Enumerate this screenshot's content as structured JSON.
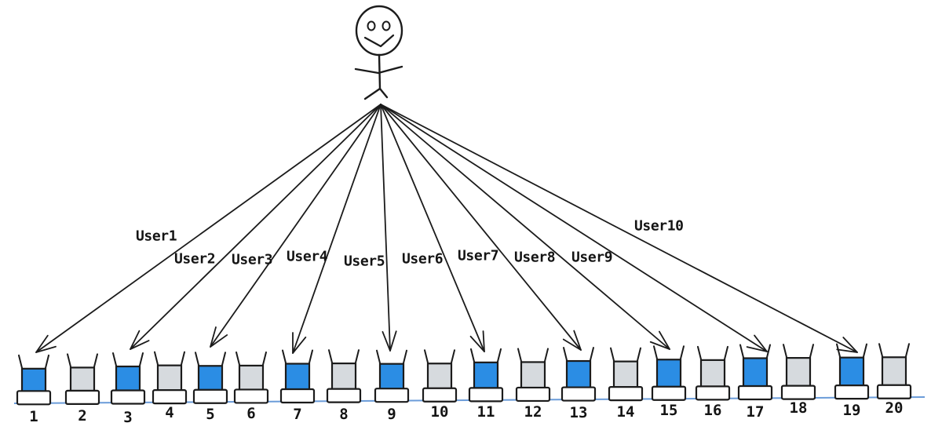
{
  "diagram_title": "",
  "users": [
    {
      "label": "User1",
      "connects_to_slot": "1"
    },
    {
      "label": "User2",
      "connects_to_slot": "3"
    },
    {
      "label": "User3",
      "connects_to_slot": "5"
    },
    {
      "label": "User4",
      "connects_to_slot": "7"
    },
    {
      "label": "User5",
      "connects_to_slot": "9"
    },
    {
      "label": "User6",
      "connects_to_slot": "11"
    },
    {
      "label": "User7",
      "connects_to_slot": "13"
    },
    {
      "label": "User8",
      "connects_to_slot": "15"
    },
    {
      "label": "User9",
      "connects_to_slot": "17"
    },
    {
      "label": "User10",
      "connects_to_slot": "19"
    }
  ],
  "slots": [
    {
      "number": "1",
      "highlighted": true
    },
    {
      "number": "2",
      "highlighted": false
    },
    {
      "number": "3",
      "highlighted": true
    },
    {
      "number": "4",
      "highlighted": false
    },
    {
      "number": "5",
      "highlighted": true
    },
    {
      "number": "6",
      "highlighted": false
    },
    {
      "number": "7",
      "highlighted": true
    },
    {
      "number": "8",
      "highlighted": false
    },
    {
      "number": "9",
      "highlighted": true
    },
    {
      "number": "10",
      "highlighted": false
    },
    {
      "number": "11",
      "highlighted": true
    },
    {
      "number": "12",
      "highlighted": false
    },
    {
      "number": "13",
      "highlighted": true
    },
    {
      "number": "14",
      "highlighted": false
    },
    {
      "number": "15",
      "highlighted": true
    },
    {
      "number": "16",
      "highlighted": false
    },
    {
      "number": "17",
      "highlighted": true
    },
    {
      "number": "18",
      "highlighted": false
    },
    {
      "number": "19",
      "highlighted": true
    },
    {
      "number": "20",
      "highlighted": false
    }
  ],
  "colors": {
    "highlighted_slot": "#2b8de4",
    "idle_slot": "#d6dade",
    "outline": "#1b1b1b",
    "baseline": "#6b9cd9",
    "text": "#141414"
  }
}
